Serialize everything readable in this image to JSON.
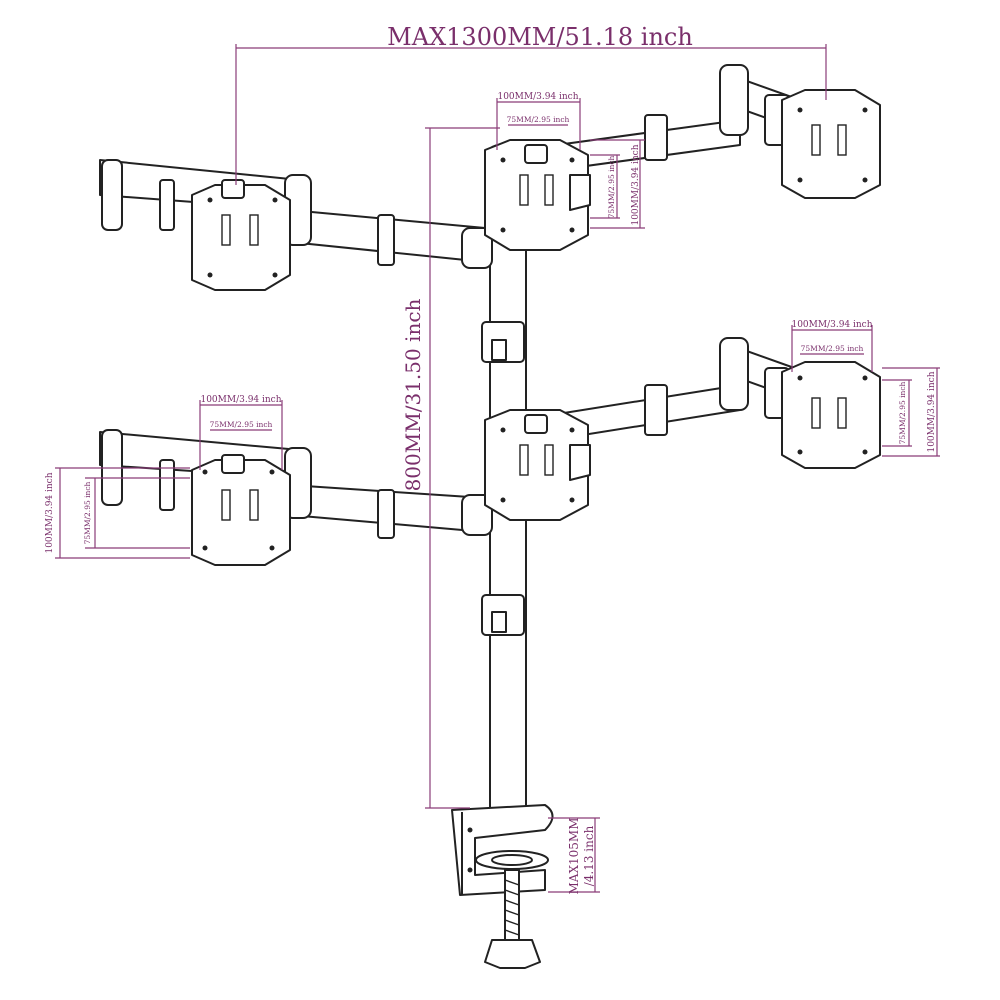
{
  "dimensions": {
    "max_width": "MAX1300MM/51.18 inch",
    "pole_height": "800MM/31.50 inch",
    "clamp_max": "MAX105MM",
    "clamp_max_inch": "/4.13 inch",
    "vesa_100": "100MM/3.94 inch",
    "vesa_75": "75MM/2.95 inch"
  },
  "colors": {
    "dimension": "#8a3c78",
    "line": "#222222"
  }
}
